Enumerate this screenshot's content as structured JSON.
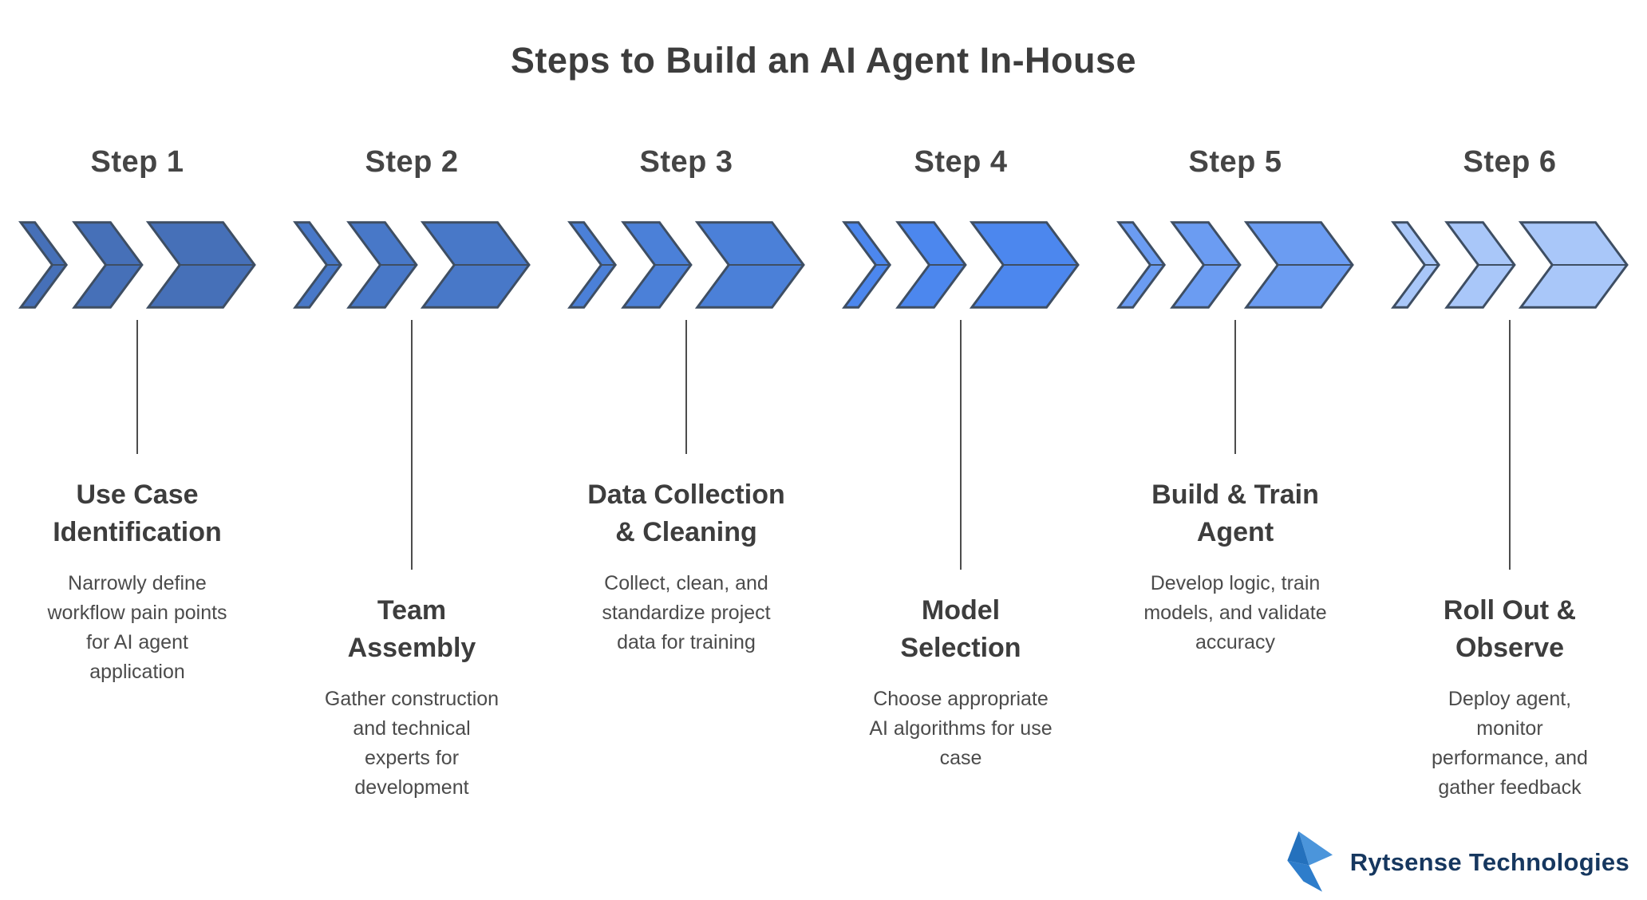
{
  "title": "Steps to Build an AI Agent In-House",
  "colors": {
    "heading": "#3d3d3d",
    "step_label": "#454545",
    "body_text": "#4b4b4b",
    "connector": "#4d4d4d",
    "arrow_stroke": "#3e4e63",
    "background": "#ffffff"
  },
  "steps": [
    {
      "label": "Step 1",
      "title": "Use Case\nIdentification",
      "description": "Narrowly define\nworkflow pain points\nfor AI agent\napplication",
      "arrow_fill": "#4670b8"
    },
    {
      "label": "Step 2",
      "title": "Team\nAssembly",
      "description": "Gather construction\nand technical\nexperts for\ndevelopment",
      "arrow_fill": "#4878c8"
    },
    {
      "label": "Step 3",
      "title": "Data Collection\n& Cleaning",
      "description": "Collect, clean, and\nstandardize project\ndata for training",
      "arrow_fill": "#4b80d8"
    },
    {
      "label": "Step 4",
      "title": "Model\nSelection",
      "description": "Choose appropriate\nAI algorithms for use\ncase",
      "arrow_fill": "#4c87ee"
    },
    {
      "label": "Step 5",
      "title": "Build & Train\nAgent",
      "description": "Develop logic, train\nmodels, and validate\naccuracy",
      "arrow_fill": "#6b9cf2"
    },
    {
      "label": "Step 6",
      "title": "Roll Out &\nObserve",
      "description": "Deploy agent,\nmonitor\nperformance, and\ngather feedback",
      "arrow_fill": "#a9c7f9"
    }
  ],
  "brand": {
    "name": "Rytsense Technologies",
    "text_color": "#16375f",
    "logo_colors": [
      "#4b95db",
      "#2471bd",
      "#2e7dcb"
    ]
  }
}
